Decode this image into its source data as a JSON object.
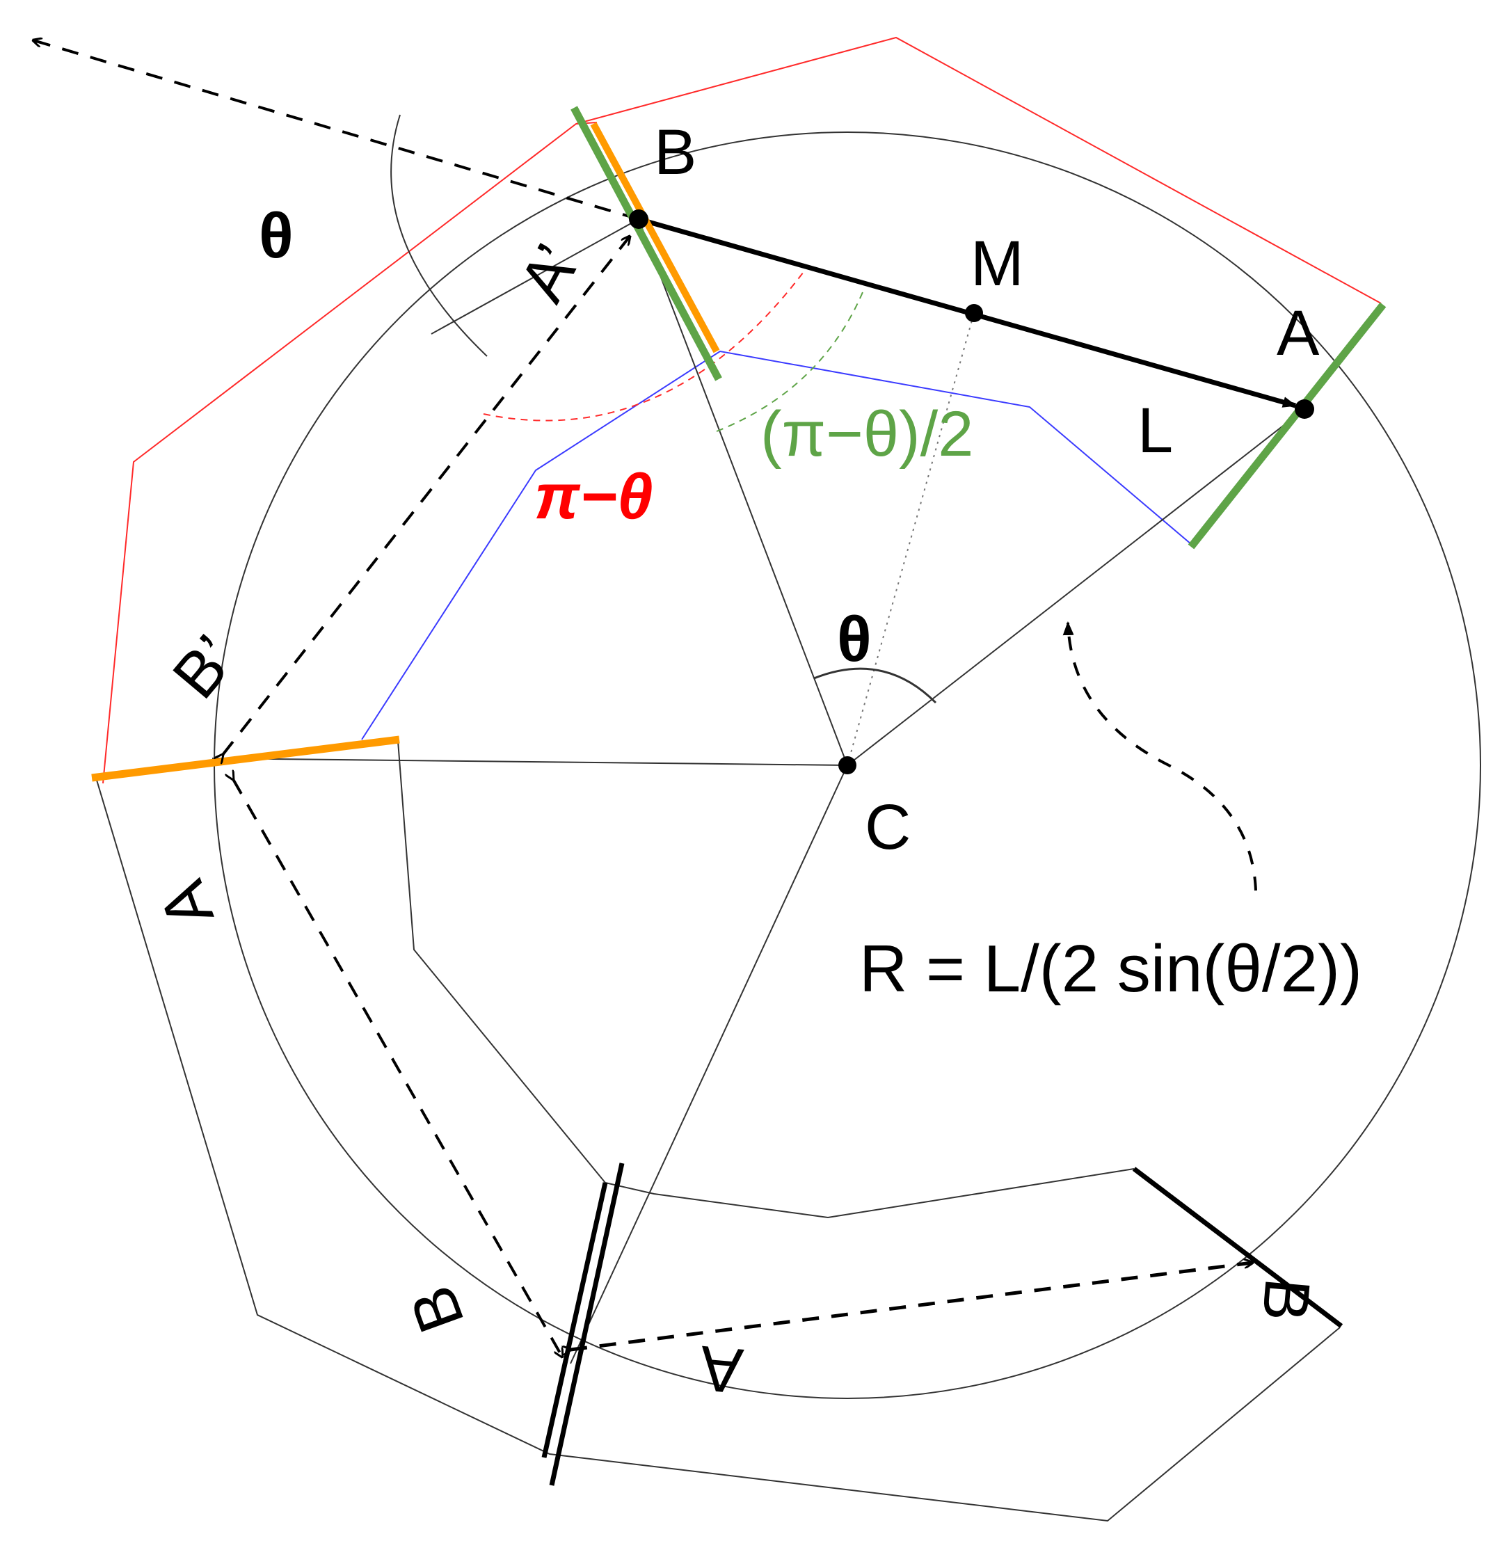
{
  "figure": {
    "description": "Geometric construction of a circle through chord AB with turning angle theta",
    "colors": {
      "black": "#000000",
      "red": "#ff2a2a",
      "green": "#5ea447",
      "orange": "#ff9a00",
      "blue": "#3b3bff",
      "gray": "#333333"
    }
  },
  "points": {
    "B": "B",
    "M": "M",
    "A": "A",
    "C": "C",
    "L": "L",
    "A_prime": "A’",
    "B_prime": "B’",
    "A_bottom": "A",
    "B_bottom": "B",
    "A_bottom_right": "A",
    "B_bottom_right": "B"
  },
  "angles": {
    "theta_outer": "θ",
    "theta_center": "θ",
    "pi_minus_theta": "π−θ",
    "half_pi_minus_theta": "(π−θ)/2"
  },
  "formula": {
    "text": "R = L/(2 sin(θ/2))"
  }
}
